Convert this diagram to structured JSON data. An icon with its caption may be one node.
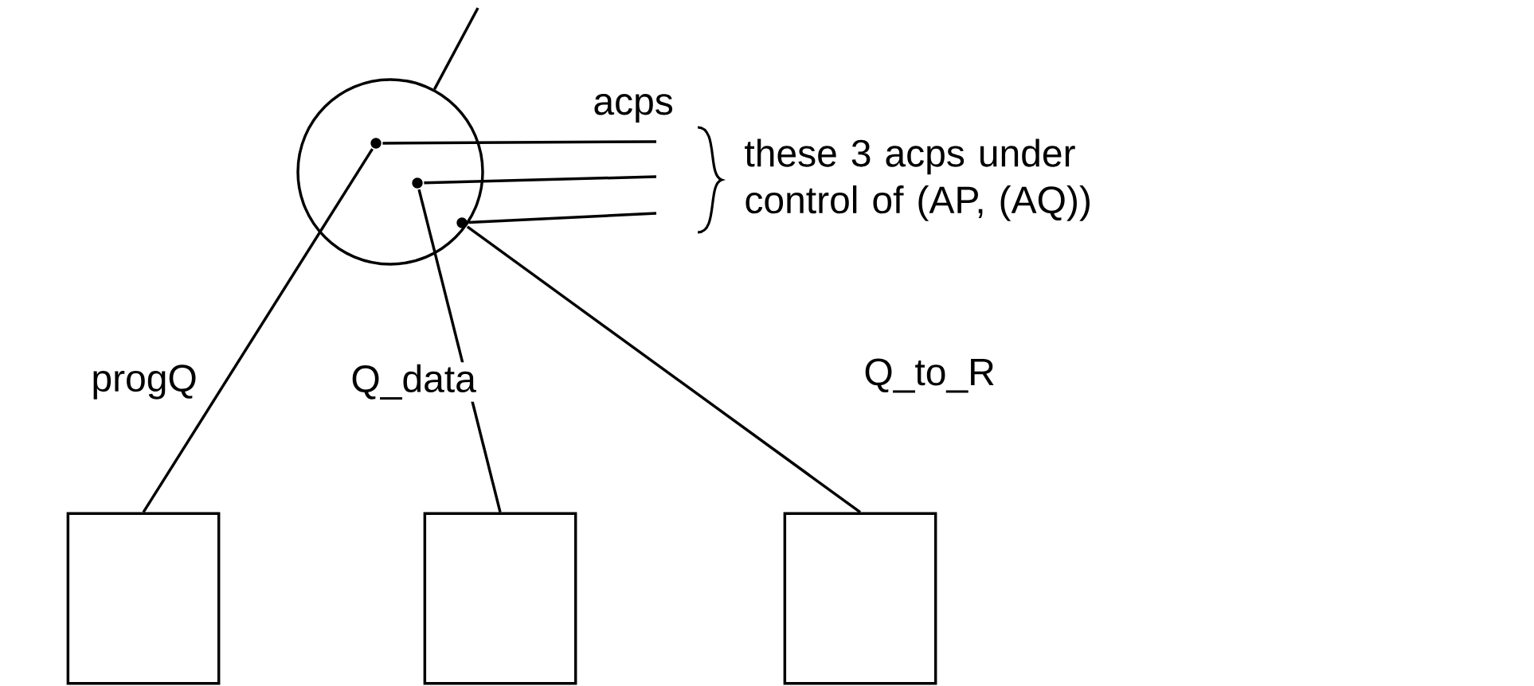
{
  "diagram": {
    "nodes": [
      {
        "text": [],
        "shape": "circle"
      },
      {
        "text": [],
        "shape": "circle",
        "in": 0
      },
      {
        "text": [],
        "shape": "circle",
        "in": 0
      },
      {
        "text": [],
        "shape": "circle",
        "in": 0
      },
      {
        "text": [],
        "shape": "box"
      },
      {
        "text": [],
        "shape": "box"
      },
      {
        "text": [],
        "shape": "box"
      }
    ],
    "edges": [
      {
        "from": 0,
        "to": null,
        "arrow": "none"
      },
      {
        "from": 1,
        "to": null,
        "arrow": "none"
      },
      {
        "from": 2,
        "to": null,
        "arrow": "none"
      },
      {
        "from": 3,
        "to": null,
        "arrow": "none"
      },
      {
        "from": 1,
        "to": 4,
        "arrow": "none",
        "label": "progQ"
      },
      {
        "from": 2,
        "to": 5,
        "arrow": "none",
        "label": "Q_data"
      },
      {
        "from": 3,
        "to": 6,
        "arrow": "none",
        "label": "Q_to_R"
      }
    ],
    "labels": [
      "acps",
      "these 3 acps under control of (AP, (AQ))"
    ]
  }
}
